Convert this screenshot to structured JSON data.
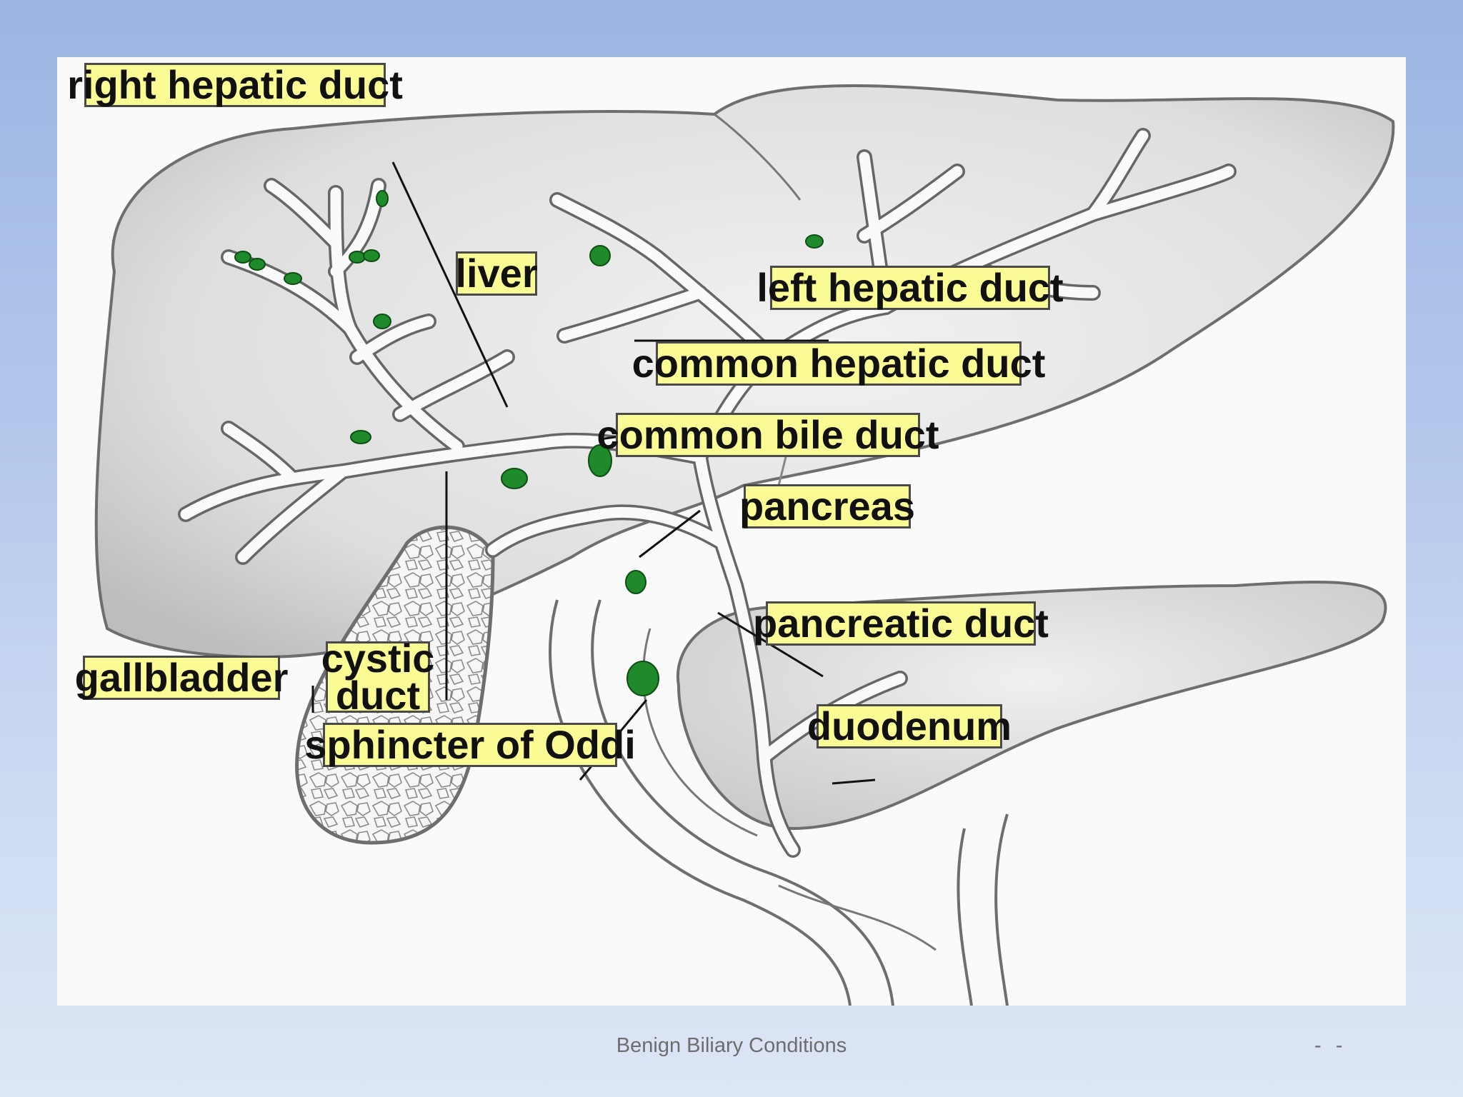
{
  "diagram": {
    "labels": {
      "right_hepatic_duct": "right hepatic duct",
      "liver": "liver",
      "left_hepatic_duct": "left hepatic duct",
      "common_hepatic_duct": "common hepatic duct",
      "common_bile_duct": "common bile duct",
      "pancreas": "pancreas",
      "pancreatic_duct": "pancreatic duct",
      "gallbladder": "gallbladder",
      "cystic_duct_line1": "cystic",
      "cystic_duct_line2": "duct",
      "sphincter_of_oddi": "sphincter of Oddi",
      "duodenum": "duodenum"
    },
    "colors": {
      "label_fill": "#fbfb96",
      "node_green": "#1f8a2a",
      "organ_fill": "#dcdcdc",
      "background_top": "#9cb5e3"
    }
  },
  "footer": {
    "title": "Benign Biliary Conditions",
    "page_number": "- -"
  }
}
